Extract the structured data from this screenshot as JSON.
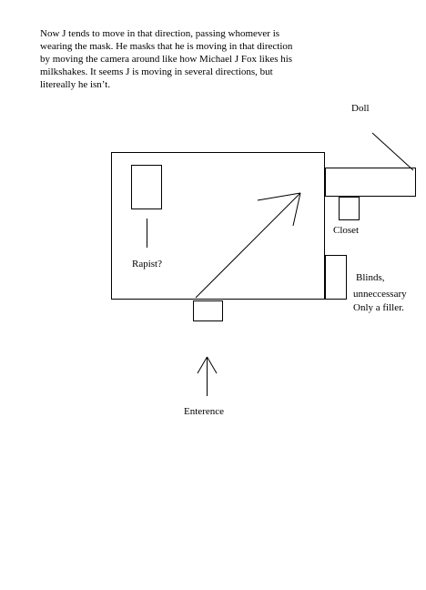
{
  "text": {
    "paragraph_lines": [
      "Now J tends to move in that direction, passing whomever is",
      "wearing the mask. He masks that he is moving in that direction",
      "by moving the camera around like how Michael J Fox likes his",
      "milkshakes. It seems J is moving in several directions, but",
      "litereally he isn’t."
    ]
  },
  "labels": {
    "doll": "Doll",
    "closet": "Closet",
    "rapist": "Rapist?",
    "blinds_1": "Blinds,",
    "blinds_2": "unneccessary",
    "blinds_3": "Only a filler.",
    "enterence": "Enterence"
  },
  "colors": {
    "ink": "#000000",
    "paper": "#ffffff"
  }
}
